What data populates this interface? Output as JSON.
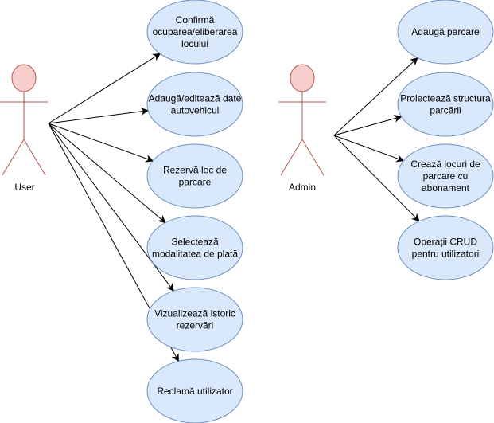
{
  "colors": {
    "ellipse_fill": "#dae8fc",
    "ellipse_stroke": "#6c8ebf",
    "actor_fill": "#f8cecc",
    "actor_stroke": "#b85450",
    "line": "#000000"
  },
  "actors": {
    "user": {
      "label": "User"
    },
    "admin": {
      "label": "Admin"
    }
  },
  "user_cases": [
    {
      "lines": [
        "Confirmă",
        "ocuparea/eliberarea",
        "locului"
      ]
    },
    {
      "lines": [
        "Adaugă/editează date",
        "autovehicul"
      ]
    },
    {
      "lines": [
        "Rezervă loc de",
        "parcare"
      ]
    },
    {
      "lines": [
        "Selectează",
        "modalitatea de plată"
      ]
    },
    {
      "lines": [
        "Vizualizează istoric",
        "rezervări"
      ]
    },
    {
      "lines": [
        "Reclamă utilizator"
      ]
    }
  ],
  "admin_cases": [
    {
      "lines": [
        "Adaugă parcare"
      ]
    },
    {
      "lines": [
        "Proiectează structura",
        "parcării"
      ]
    },
    {
      "lines": [
        "Crează locuri de",
        "parcare cu",
        "abonament"
      ]
    },
    {
      "lines": [
        "Operații CRUD",
        "pentru utilizatori"
      ]
    }
  ]
}
